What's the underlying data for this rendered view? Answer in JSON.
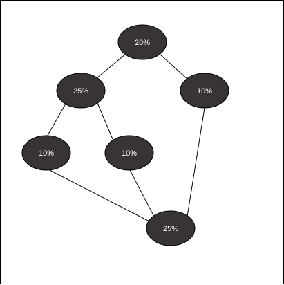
{
  "diagram": {
    "nodes": [
      {
        "id": "n1",
        "label": "20%"
      },
      {
        "id": "n2",
        "label": "25%"
      },
      {
        "id": "n3",
        "label": "10%"
      },
      {
        "id": "n4",
        "label": "10%"
      },
      {
        "id": "n5",
        "label": "10%"
      },
      {
        "id": "n6",
        "label": "25%"
      }
    ],
    "edges": [
      {
        "from": "n1",
        "to": "n2"
      },
      {
        "from": "n1",
        "to": "n3"
      },
      {
        "from": "n2",
        "to": "n4"
      },
      {
        "from": "n2",
        "to": "n5"
      },
      {
        "from": "n3",
        "to": "n6"
      },
      {
        "from": "n4",
        "to": "n6"
      },
      {
        "from": "n5",
        "to": "n6"
      }
    ],
    "colors": {
      "node_fill": "#383434",
      "node_text": "#ffffff",
      "edge": "#000000",
      "border": "#000000",
      "background": "#ffffff"
    }
  }
}
